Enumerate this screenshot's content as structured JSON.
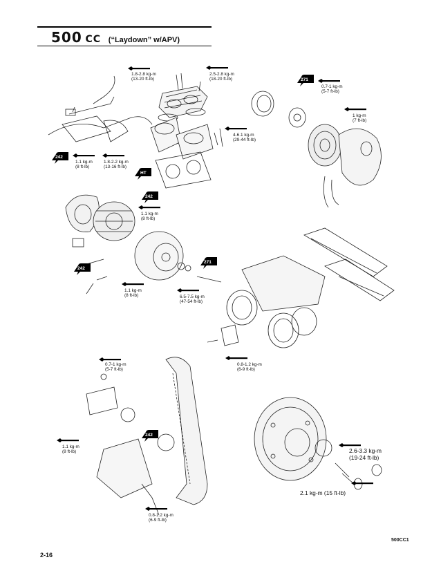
{
  "header": {
    "title_main": "500",
    "title_cc": "CC",
    "title_sub": "(“Laydown” w/APV)"
  },
  "specs": [
    {
      "id": "s1",
      "metric": "1.8-2.8 kg-m",
      "imperial": "(13-20 ft-lb)"
    },
    {
      "id": "s2",
      "metric": "2.5-2.8 kg-m",
      "imperial": "(18-20 ft-lb)"
    },
    {
      "id": "s3",
      "metric": "0.7-1 kg-m",
      "imperial": "(5-7 ft-lb)"
    },
    {
      "id": "s4",
      "metric": "1 kg-m",
      "imperial": "(7 ft-lb)"
    },
    {
      "id": "s5",
      "metric": "4-6.1 kg-m",
      "imperial": "(29-44 ft-lb)"
    },
    {
      "id": "s6",
      "metric": "1.1 kg-m",
      "imperial": "(8 ft-lb)"
    },
    {
      "id": "s7",
      "metric": "1.8-2.2 kg-m",
      "imperial": "(13-16 ft-lb)"
    },
    {
      "id": "s8",
      "metric": "1.1 kg-m",
      "imperial": "(8 ft-lb)"
    },
    {
      "id": "s9",
      "metric": "1.1 kg-m",
      "imperial": "(8 ft-lb)"
    },
    {
      "id": "s10",
      "metric": "6.5-7.5 kg-m",
      "imperial": "(47-54 ft-lb)"
    },
    {
      "id": "s11",
      "metric": "0.8-1.2 kg-m",
      "imperial": "(6-9 ft-lb)"
    },
    {
      "id": "s12",
      "metric": "0.7-1 kg-m",
      "imperial": "(5-7 ft-lb)"
    },
    {
      "id": "s13",
      "metric": "1.1 kg-m",
      "imperial": "(8 ft-lb)"
    },
    {
      "id": "s14",
      "metric": "2.6-3.3 kg-m",
      "imperial": "(19-24 ft-lb)"
    },
    {
      "id": "s15",
      "metric": "2.1 kg-m (15 ft-lb)",
      "imperial": ""
    },
    {
      "id": "s16",
      "metric": "0.8-1.2 kg-m",
      "imperial": "(6-9 ft-lb)"
    }
  ],
  "badges": [
    "271",
    "242",
    "HT",
    "242",
    "242",
    "271",
    "242"
  ],
  "figure_code": "500CC1",
  "page_number": "2-16"
}
